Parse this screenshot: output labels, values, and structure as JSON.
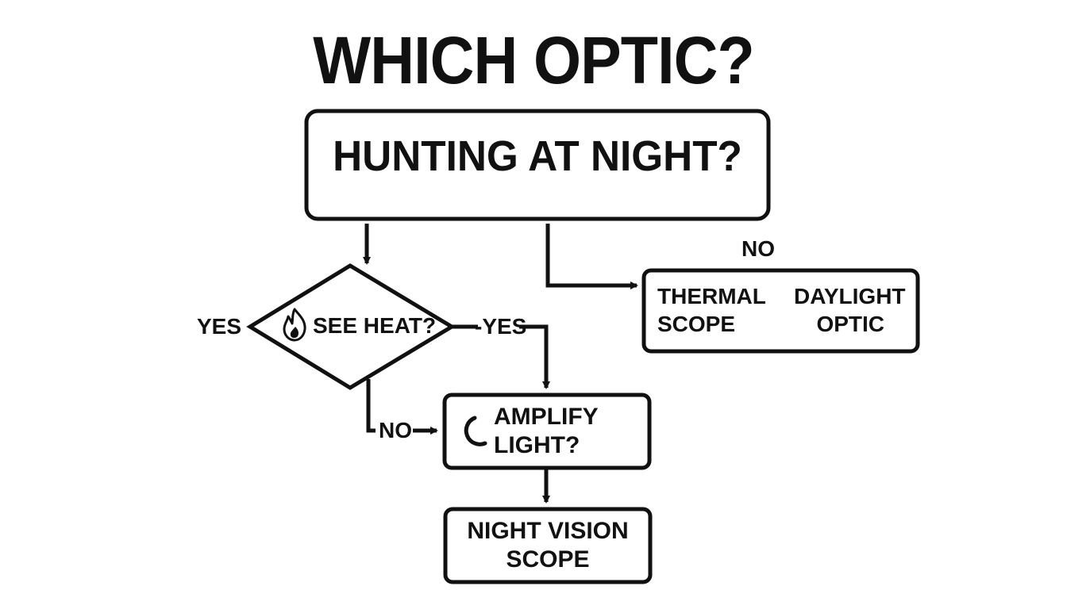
{
  "title": "WHICH OPTIC?",
  "nodes": {
    "hunting_night": "HUNTING AT NIGHT?",
    "see_heat": "SEE HEAT?",
    "thermal_scope": [
      "THERMAL",
      "SCOPE"
    ],
    "daylight_optic": [
      "DAYLIGHT",
      "OPTIC"
    ],
    "amplify_light": [
      "AMPLIFY",
      "LIGHT?"
    ],
    "night_vision_scope": [
      "NIGHT VISION",
      "SCOPE"
    ]
  },
  "edge_labels": {
    "hunting_no": "NO",
    "heat_yes_left": "YES",
    "heat_yes_right": "-YES",
    "heat_no": "NO"
  },
  "icons": {
    "see_heat": "flame-icon",
    "amplify_light": "crescent-moon-icon"
  },
  "colors": {
    "ink": "#111111",
    "background": "#ffffff"
  }
}
